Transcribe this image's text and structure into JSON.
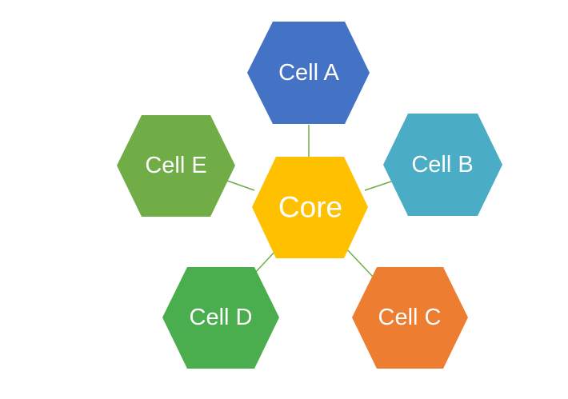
{
  "core": {
    "label": "Core",
    "color": "#ffc000"
  },
  "cells": [
    {
      "id": "a",
      "label": "Cell A",
      "color": "#4472c4"
    },
    {
      "id": "b",
      "label": "Cell B",
      "color": "#4bacc6"
    },
    {
      "id": "c",
      "label": "Cell C",
      "color": "#ed7d31"
    },
    {
      "id": "d",
      "label": "Cell D",
      "color": "#4aae4f"
    },
    {
      "id": "e",
      "label": "Cell E",
      "color": "#70ad47"
    }
  ],
  "connector_color": "#70ad47"
}
